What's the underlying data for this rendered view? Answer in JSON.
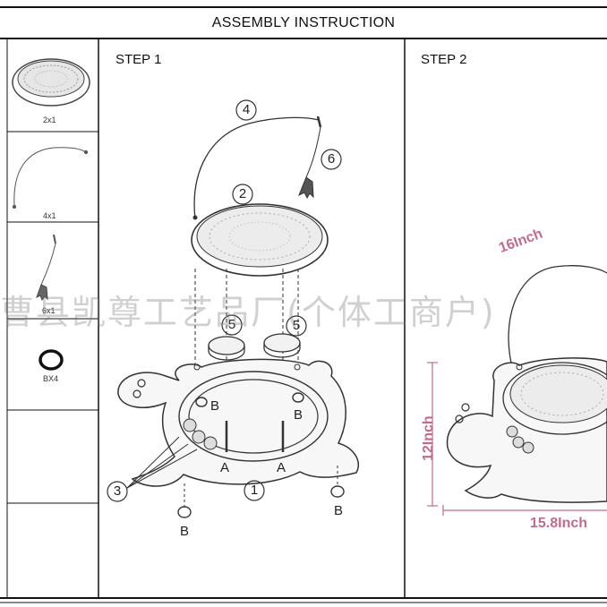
{
  "header": {
    "title": "ASSEMBLY INSTRUCTION"
  },
  "parts": [
    {
      "qty": "2x1"
    },
    {
      "qty": "4x1"
    },
    {
      "qty": "6x1"
    },
    {
      "qty": "BX4"
    }
  ],
  "step1": {
    "label": "STEP 1",
    "callouts": {
      "n1": "1",
      "n2": "2",
      "n3": "3",
      "n4": "4",
      "n5a": "5",
      "n5b": "5",
      "n6": "6"
    },
    "letters": {
      "b_left": "B",
      "b_right": "B",
      "a_left": "A",
      "a_right": "A",
      "b_bottom_left": "B",
      "b_bottom_right": "B"
    }
  },
  "step2": {
    "label": "STEP 2",
    "dim_arc": "16Inch",
    "dim_height": "12Inch",
    "dim_width": "15.8Inch"
  },
  "watermark": "曹县凯尊工艺品厂(个体工商户)",
  "colors": {
    "line": "#333333",
    "dimension": "#c46a8a",
    "frame": "#111111"
  }
}
